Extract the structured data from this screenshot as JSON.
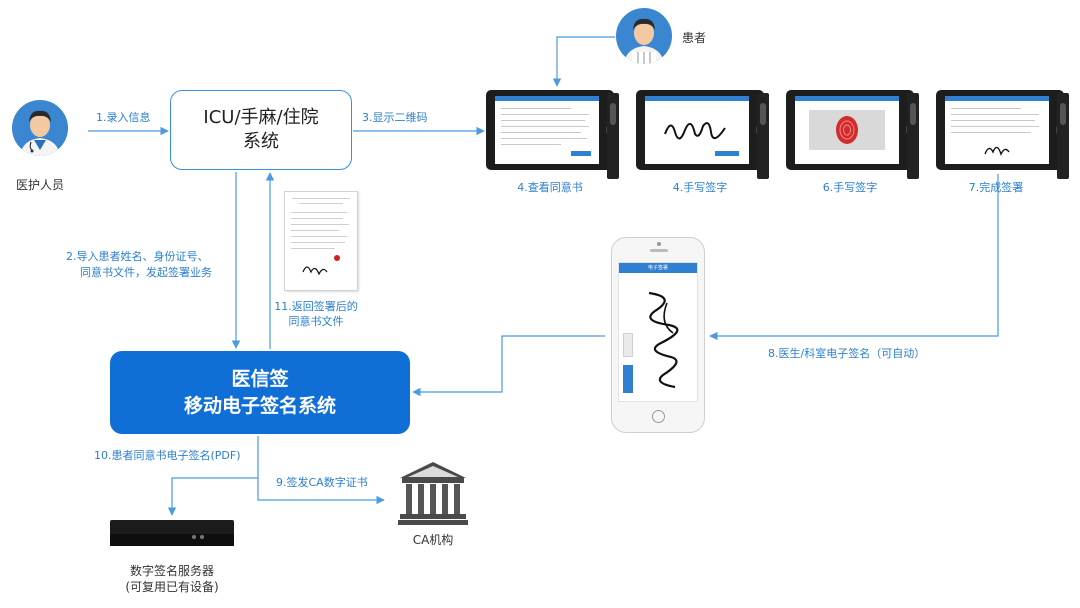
{
  "nodes": {
    "medical_staff": "医护人员",
    "patient": "患者",
    "system_line1": "ICU/手麻/住院",
    "system_line2": "系统",
    "main_line1": "医信签",
    "main_line2": "移动电子签名系统",
    "ca": "CA机构",
    "server_line1": "数字签名服务器",
    "server_line2": "(可复用已有设备)"
  },
  "steps": {
    "s1": "1.录入信息",
    "s2_line1": "2.导入患者姓名、身份证号、",
    "s2_line2": "同意书文件，发起签署业务",
    "s3": "3.显示二维码",
    "s4a": "4.查看同意书",
    "s4b": "4.手写签字",
    "s6": "6.手写签字",
    "s7": "7.完成签署",
    "s8": "8.医生/科室电子签名（可自动）",
    "s9": "9.签发CA数字证书",
    "s10": "10.患者同意书电子签名(PDF)",
    "s11_line1": "11.返回签署后的",
    "s11_line2": "同意书文件"
  },
  "phone_header": "电子签署",
  "colors": {
    "accent": "#0f6fd6",
    "line": "#4a9be3",
    "label": "#2b7fd0"
  },
  "icons": [
    "doctor-avatar-icon",
    "patient-avatar-icon",
    "ca-building-icon",
    "server-icon",
    "tablet-icon",
    "smartphone-icon",
    "document-icon",
    "signature-icon",
    "fingerprint-icon"
  ]
}
